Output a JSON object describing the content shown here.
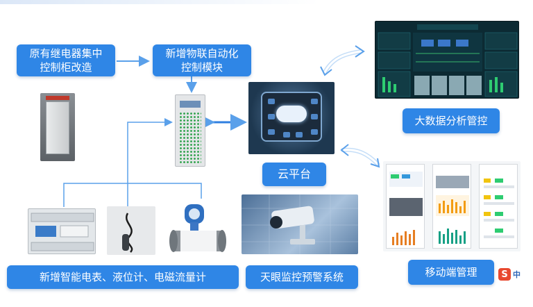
{
  "labels": {
    "relay_retrofit": [
      "原有继电器集中",
      "控制柜改造"
    ],
    "iot_module": [
      "新增物联自动化",
      "控制模块"
    ],
    "cloud_platform": "云平台",
    "big_data": "大数据分析管控",
    "mobile": "移动端管理",
    "meters": "新增智能电表、液位计、电磁流量计",
    "camera_system": "天眼监控预警系统"
  },
  "brand": {
    "glyph": "S",
    "text": "中"
  },
  "icons": {
    "cabinet": "control-cabinet-icon",
    "cloud": "cloud-icon",
    "camera": "camera-icon"
  },
  "colors": {
    "label_bg": "#2f86e6",
    "label_text": "#ffffff",
    "connector": "#5aa0ea",
    "brand": "#e8482f"
  }
}
